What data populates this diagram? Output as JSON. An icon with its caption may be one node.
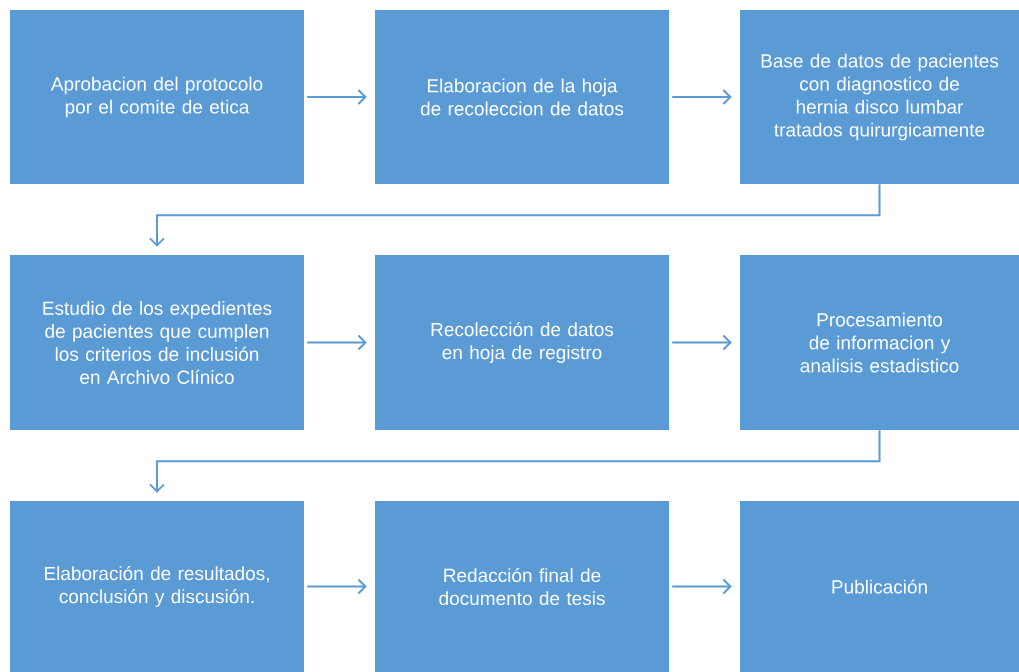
{
  "diagram": {
    "nodes": [
      {
        "text": [
          "Aprobacion del protocolo por el comite de etica"
        ]
      },
      {
        "text": [
          "Elaboracion de la hoja de recoleccion de datos"
        ]
      },
      {
        "text": [
          "Base de datos de pacientes con diagnostico de hernia disco lumbar tratados quirurgicamente"
        ]
      },
      {
        "text": [
          "Estudio de los expedientes de pacientes que cumplen los criterios de inclusión en Archivo Clínico"
        ]
      },
      {
        "text": [
          "Recolección de datos en hoja de registro"
        ]
      },
      {
        "text": [
          "Procesamiento de informacion y analisis estadistico"
        ]
      },
      {
        "text": [
          "Elaboración de resultados, conclusión y discusión."
        ]
      },
      {
        "text": [
          "Redacción final de documento de tesis"
        ]
      },
      {
        "text": [
          "Publicación"
        ]
      }
    ],
    "edges": [
      {
        "from": 0,
        "to": 1,
        "arrow": "to"
      },
      {
        "from": 1,
        "to": 2,
        "arrow": "to"
      },
      {
        "from": 2,
        "to": 3,
        "arrow": "to"
      },
      {
        "from": 3,
        "to": 4,
        "arrow": "to"
      },
      {
        "from": 4,
        "to": 5,
        "arrow": "to"
      },
      {
        "from": 5,
        "to": 6,
        "arrow": "to"
      },
      {
        "from": 6,
        "to": 7,
        "arrow": "to"
      },
      {
        "from": 7,
        "to": 8,
        "arrow": "to"
      }
    ]
  }
}
